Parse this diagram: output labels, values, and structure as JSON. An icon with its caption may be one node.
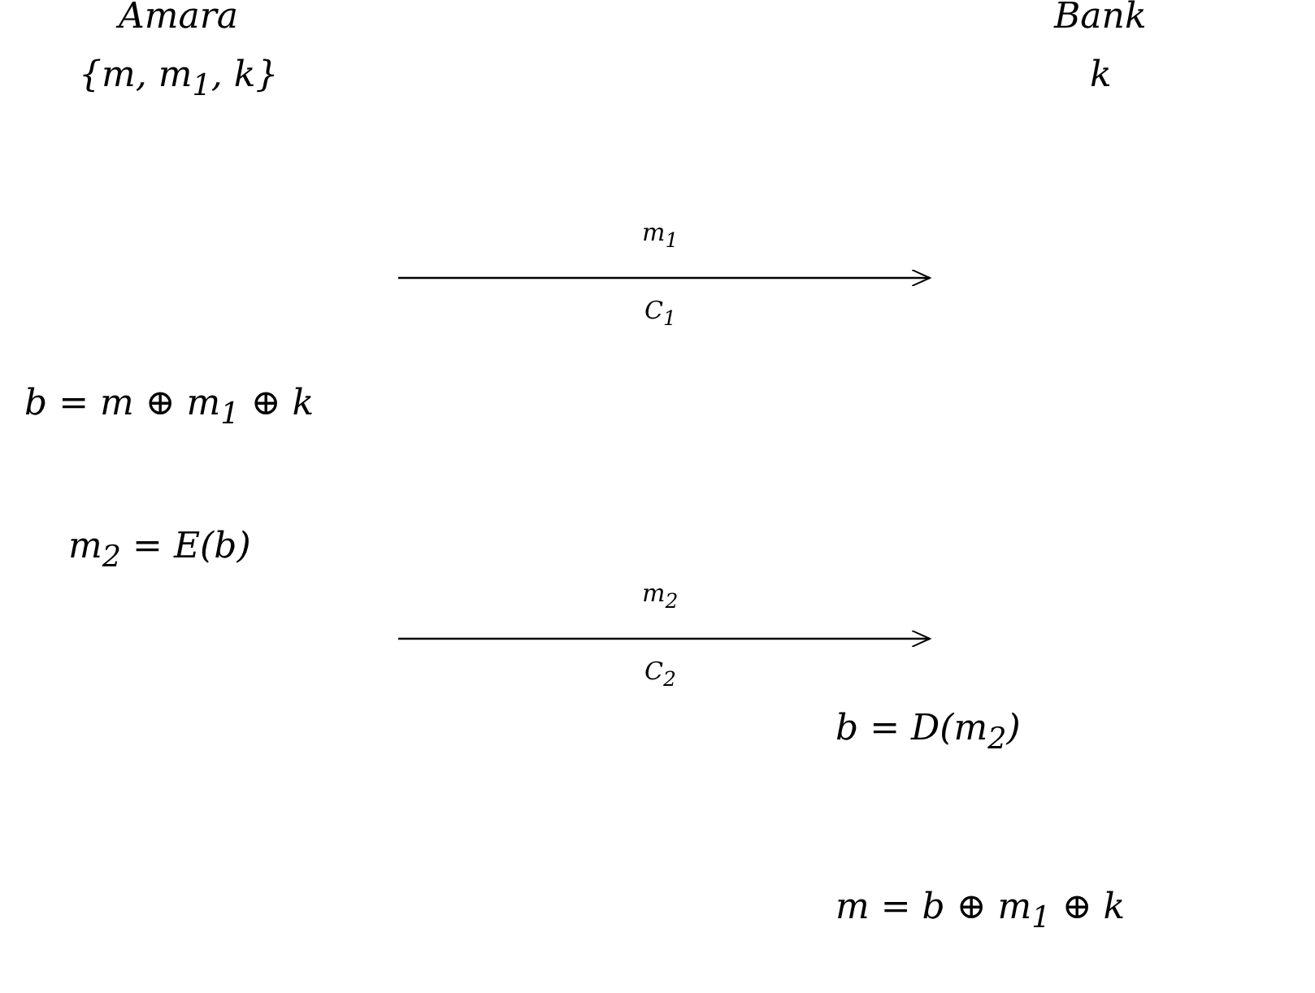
{
  "diagram": {
    "labels": [
      "Amara",
      "Bank",
      "{m, m$_{1}$, k}",
      "k",
      "m$_{1}$",
      "C$_{1}$",
      "b = m ⊕ m$_{1}$ ⊕ k",
      "m$_{2}$ = E(b)",
      "m$_{2}$",
      "C$_{2}$",
      "b = D(m$_{2}$)",
      "m = b ⊕ m$_{1}$ ⊕ k"
    ]
  }
}
